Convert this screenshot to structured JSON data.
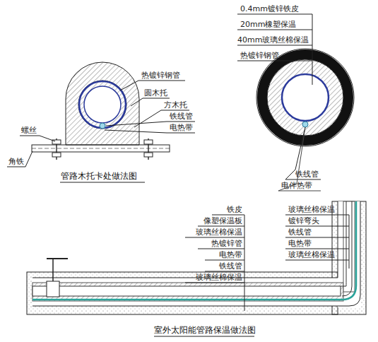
{
  "diagram": {
    "labels": [
      "热镀锌钢管",
      "圆木托",
      "方木托",
      "铁线管",
      "电热带",
      "螺丝",
      "角铁",
      "管路木托卡处做法图",
      "0.4mm镀锌铁皮",
      "20mm橡塑保温",
      "40mm玻璃丝棉保温",
      "热镀锌钢管",
      "铁线管",
      "电伴热带",
      "铁皮",
      "像塑保温板",
      "玻璃丝棉保温",
      "热镀锌管",
      "电热带",
      "铁线管",
      "玻璃丝棉保温",
      "玻璃丝棉保温",
      "镀锌弯头",
      "铁线管",
      "电热带",
      "玻璃丝棉保温",
      "室外太阳能管路保温做法图"
    ]
  }
}
